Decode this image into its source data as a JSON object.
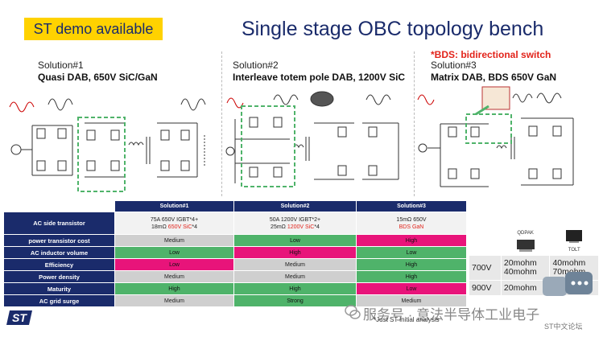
{
  "badge": "ST demo available",
  "title": "Single stage OBC topology bench",
  "bds_note": "*BDS: bidirectional switch",
  "solutions": [
    {
      "num": "Solution#1",
      "name": "Quasi DAB, 650V SiC/GaN"
    },
    {
      "num": "Solution#2",
      "name": "Interleave totem pole DAB, 1200V SiC"
    },
    {
      "num": "Solution#3",
      "name": "Matrix DAB, BDS 650V GaN"
    }
  ],
  "table": {
    "headers": [
      "Solution#1",
      "Solution#2",
      "Solution#3"
    ],
    "rows": [
      {
        "label": "AC side transistor",
        "cells": [
          {
            "line1": "75A 650V IGBT*4+",
            "line2a": "18mΩ ",
            "line2b": "650V SiC",
            "line2c": "*4",
            "color": "white"
          },
          {
            "line1": "50A 1200V IGBT*2+",
            "line2a": "25mΩ ",
            "line2b": "1200V SiC",
            "line2c": "*4",
            "color": "white"
          },
          {
            "line1": "15mΩ 650V",
            "line2a": "",
            "line2b": "BDS GaN",
            "line2c": "",
            "color": "white"
          }
        ]
      },
      {
        "label": "power transistor cost",
        "cells": [
          {
            "text": "Medium",
            "color": "gray"
          },
          {
            "text": "Low",
            "color": "green"
          },
          {
            "text": "High",
            "color": "pink"
          }
        ]
      },
      {
        "label": "AC inductor volume",
        "cells": [
          {
            "text": "Low",
            "color": "green"
          },
          {
            "text": "High",
            "color": "pink"
          },
          {
            "text": "Low",
            "color": "green"
          }
        ]
      },
      {
        "label": "Efficiency",
        "cells": [
          {
            "text": "Low",
            "color": "pink"
          },
          {
            "text": "Medium",
            "color": "gray"
          },
          {
            "text": "High",
            "color": "green"
          }
        ]
      },
      {
        "label": "Power density",
        "cells": [
          {
            "text": "Medium",
            "color": "gray"
          },
          {
            "text": "Medium",
            "color": "gray"
          },
          {
            "text": "High",
            "color": "green"
          }
        ]
      },
      {
        "label": "Maturity",
        "cells": [
          {
            "text": "High",
            "color": "green"
          },
          {
            "text": "High",
            "color": "green"
          },
          {
            "text": "Low",
            "color": "pink"
          }
        ]
      },
      {
        "label": "AC grid surge",
        "cells": [
          {
            "text": "Medium",
            "color": "gray"
          },
          {
            "text": "Strong",
            "color": "green"
          },
          {
            "text": "Medium",
            "color": "gray"
          }
        ]
      }
    ]
  },
  "gan": {
    "pkg1": "QDPAK",
    "pkg2": "TOLT",
    "rows": [
      {
        "voltage": "700V",
        "qdpak": "20mohm\n40mohm",
        "tolt": "40mohm\n70mohm"
      },
      {
        "voltage": "900V",
        "qdpak": "20mohm",
        "tolt": ""
      }
    ]
  },
  "footnote": "*Just ST initial analysis",
  "watermark": "服务号 · 意法半导体工业电子",
  "forum": "ST中文论坛",
  "logo_text": "ST",
  "colors": {
    "navy": "#1a2b6b",
    "yellow": "#ffd200",
    "green": "#4fb36a",
    "pink": "#e8147a",
    "red": "#e2231a"
  }
}
